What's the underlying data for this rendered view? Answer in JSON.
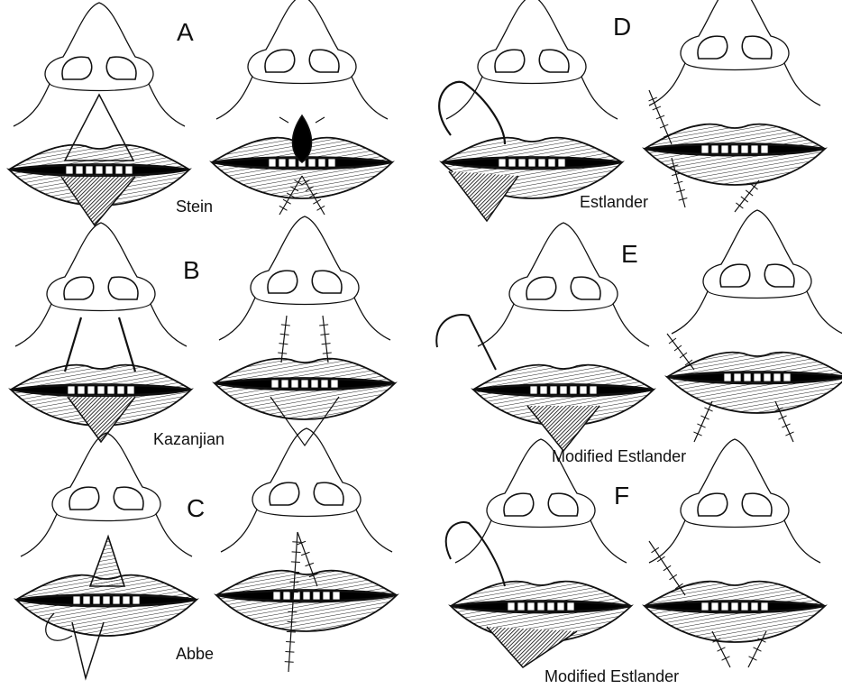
{
  "panels": [
    {
      "letter": "A",
      "technique": "Stein"
    },
    {
      "letter": "B",
      "technique": "Kazanjian"
    },
    {
      "letter": "C",
      "technique": "Abbe"
    },
    {
      "letter": "D",
      "technique": "Estlander"
    },
    {
      "letter": "E",
      "technique": "Modified Estlander"
    },
    {
      "letter": "F",
      "technique": "Modified Estlander"
    }
  ]
}
